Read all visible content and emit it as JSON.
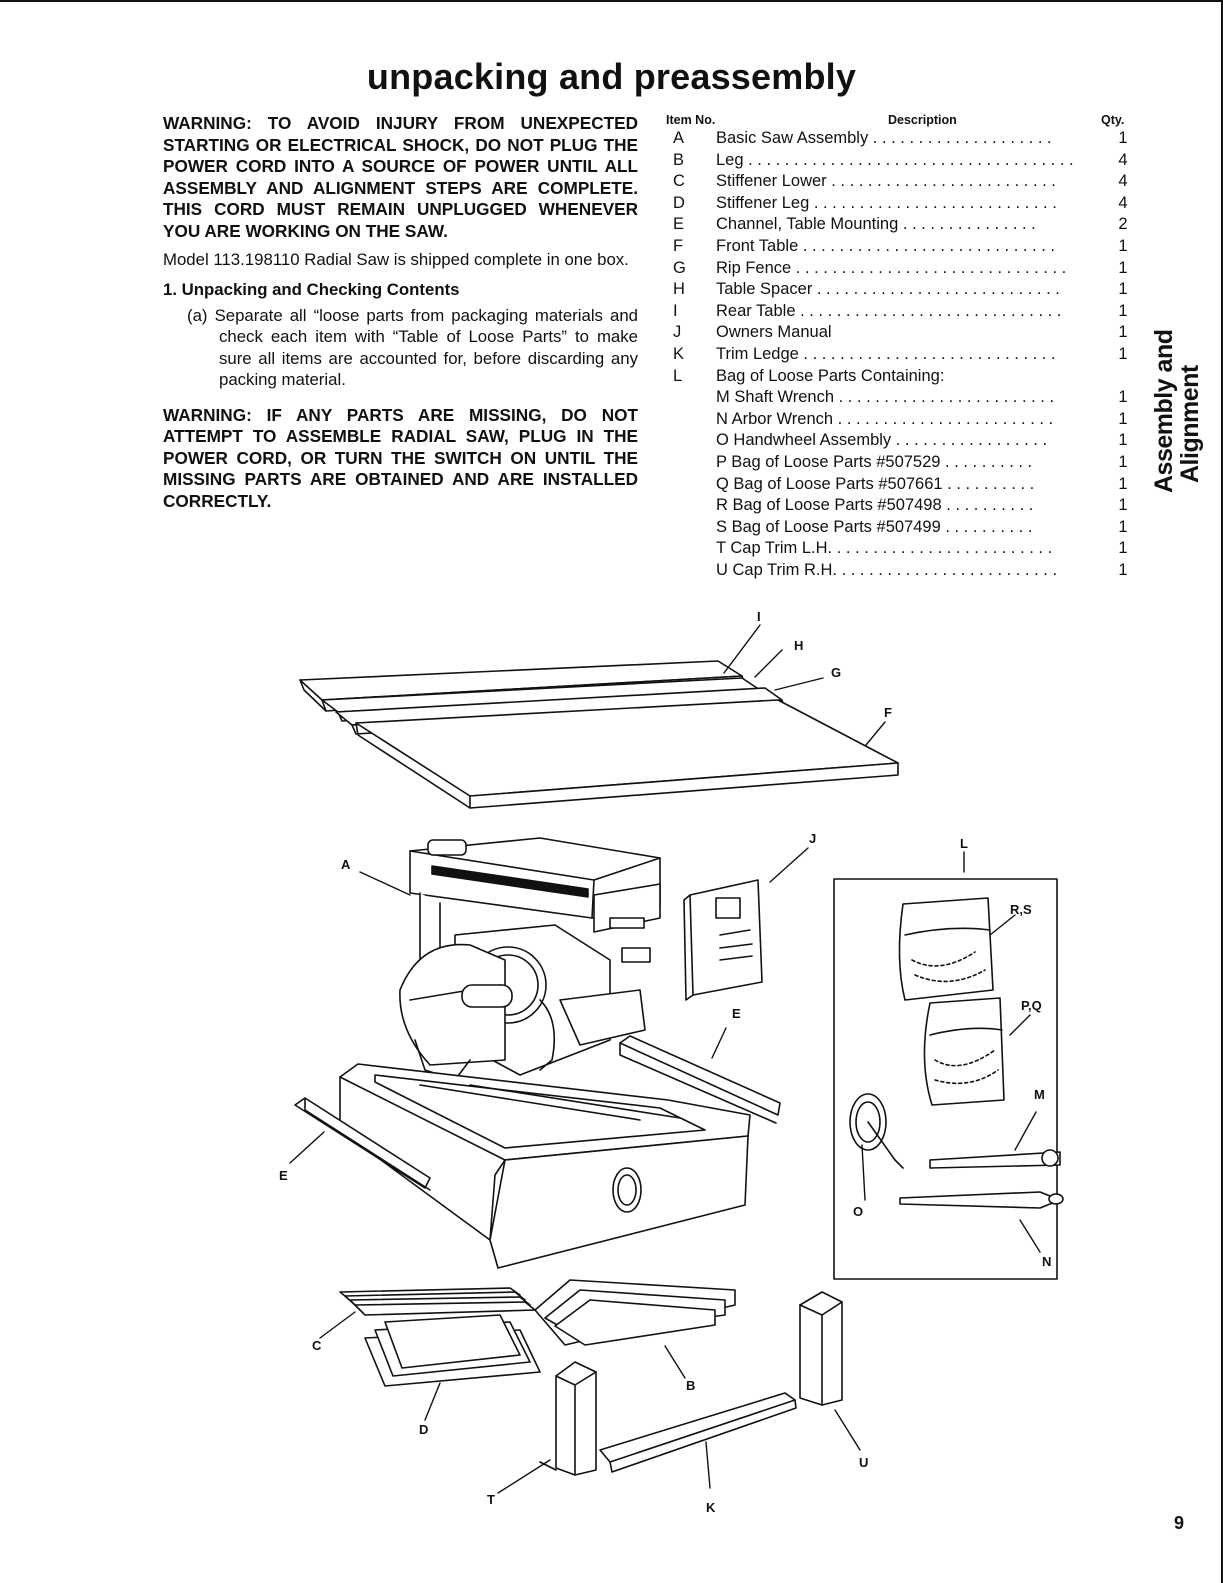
{
  "page": {
    "title": "unpacking and preassembly",
    "page_number": "9",
    "side_tab": [
      "Assembly and",
      "Alignment"
    ]
  },
  "left": {
    "warning1": "WARNING: TO AVOID INJURY FROM UNEXPECTED STARTING OR ELECTRICAL SHOCK, DO NOT PLUG THE POWER CORD INTO A SOURCE OF POWER UNTIL ALL ASSEMBLY AND ALIGNMENT STEPS ARE COMPLETE. THIS CORD MUST REMAIN UNPLUGGED WHENEVER YOU ARE WORKING ON THE SAW.",
    "model_text": "Model 113.198110 Radial Saw is shipped complete in one box.",
    "heading": "1. Unpacking and Checking Contents",
    "step_a": "(a) Separate all “loose parts from packaging materials and check each item with “Table of Loose Parts” to make sure all items are accounted for, before discarding any packing material.",
    "warning2": "WARNING: IF ANY PARTS ARE MISSING, DO NOT ATTEMPT TO ASSEMBLE RADIAL SAW, PLUG IN THE POWER CORD, OR TURN THE SWITCH ON UNTIL THE MISSING PARTS ARE OBTAINED AND ARE INSTALLED CORRECTLY."
  },
  "parts": {
    "header": {
      "item": "Item No.",
      "description": "Description",
      "qty": "Qty."
    },
    "rows": [
      {
        "letter": "A",
        "desc": "Basic Saw Assembly . . . . . . . . . . . . . . . . . . . .",
        "qty": "1"
      },
      {
        "letter": "B",
        "desc": "Leg . . . . . . . . . . . . . . . . . . . . . . . . . . . . . . . . . . . .",
        "qty": "4"
      },
      {
        "letter": "C",
        "desc": "Stiffener Lower . . . . . . . . . . . . . . . . . . . . . . . . .",
        "qty": "4"
      },
      {
        "letter": "D",
        "desc": "Stiffener Leg . . . . . . . . . . . . . . . . . . . . . . . . . . .",
        "qty": "4"
      },
      {
        "letter": "E",
        "desc": "Channel, Table Mounting . . . . . . . . . . . . . . .",
        "qty": "2"
      },
      {
        "letter": "F",
        "desc": "Front Table . . . . . . . . . . . . . . . . . . . . . . . . . . . .",
        "qty": "1"
      },
      {
        "letter": "G",
        "desc": "Rip Fence . . . . . . . . . . . . . . . . . . . . . . . . . . . . . .",
        "qty": "1"
      },
      {
        "letter": "H",
        "desc": "Table Spacer . . . . . . . . . . . . . . . . . . . . . . . . . . .",
        "qty": "1"
      },
      {
        "letter": "I",
        "desc": "Rear Table . . . . . . . . . . . . . . . . . . . . . . . . . . . . .",
        "qty": "1"
      },
      {
        "letter": "J",
        "desc": "Owners Manual",
        "qty": "1"
      },
      {
        "letter": "K",
        "desc": "Trim Ledge . . . . . . . . . . . . . . . . . . . . . . . . . . . .",
        "qty": "1"
      },
      {
        "letter": "L",
        "desc": "Bag of Loose Parts Containing:",
        "qty": ""
      },
      {
        "letter": "",
        "desc": "M Shaft Wrench . . . . . . . . . . . . . . . . . . . . . . . .",
        "qty": "1"
      },
      {
        "letter": "",
        "desc": "N Arbor Wrench . . . . . . . . . . . . . . . . . . . . . . . .",
        "qty": "1"
      },
      {
        "letter": "",
        "desc": "O Handwheel Assembly . . . . . . . . . . . . . . . . .",
        "qty": "1"
      },
      {
        "letter": "",
        "desc": "P Bag of Loose Parts #507529 . . . . . . . . . .",
        "qty": "1"
      },
      {
        "letter": "",
        "desc": "Q Bag of Loose Parts #507661 . . . . . . . . . .",
        "qty": "1"
      },
      {
        "letter": "",
        "desc": "R Bag of Loose Parts #507498 . . . . . . . . . .",
        "qty": "1"
      },
      {
        "letter": "",
        "desc": "S Bag of Loose Parts #507499 . . . . . . . . . .",
        "qty": "1"
      },
      {
        "letter": "",
        "desc": "T Cap Trim L.H. . . . . . . . . . . . . . . . . . . . . . . . .",
        "qty": "1"
      },
      {
        "letter": "",
        "desc": "U Cap Trim R.H. . . . . . . . . . . . . . . . . . . . . . . . .",
        "qty": "1"
      }
    ]
  },
  "figure": {
    "callouts": {
      "A": "A",
      "B": "B",
      "C": "C",
      "D": "D",
      "E_left": "E",
      "E_right": "E",
      "F": "F",
      "G": "G",
      "H": "H",
      "I": "I",
      "J": "J",
      "K": "K",
      "L": "L",
      "M": "M",
      "N": "N",
      "O": "O",
      "PQ": "P,Q",
      "RS": "R,S",
      "T": "T",
      "U": "U"
    }
  }
}
